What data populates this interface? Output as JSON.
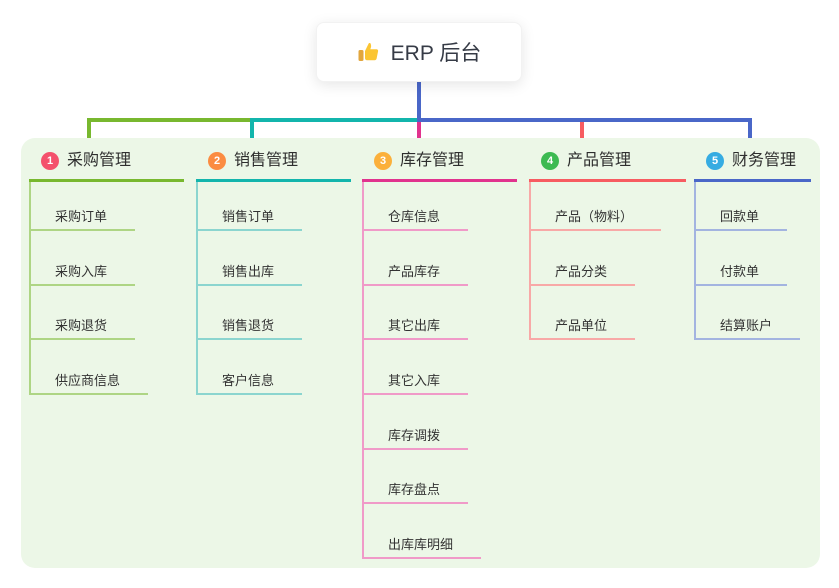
{
  "root": {
    "label": "ERP 后台",
    "icon": "thumbs-up-icon"
  },
  "colors": {
    "page_background": "#ffffff",
    "panel_background": "#ECF7E7",
    "root_stem": "#4A67C8",
    "root_text": "#363B46"
  },
  "branches": [
    {
      "index": "1",
      "label": "采购管理",
      "badge_color": "#F4516C",
      "line_color": "#78B82F",
      "child_line_color": "#AED584",
      "children": [
        "采购订单",
        "采购入库",
        "采购退货",
        "供应商信息"
      ]
    },
    {
      "index": "2",
      "label": "销售管理",
      "badge_color": "#FB8C41",
      "line_color": "#13B5AC",
      "child_line_color": "#8BD5CF",
      "children": [
        "销售订单",
        "销售出库",
        "销售退货",
        "客户信息"
      ]
    },
    {
      "index": "3",
      "label": "库存管理",
      "badge_color": "#FBB03B",
      "line_color": "#E1338E",
      "child_line_color": "#F09AC8",
      "children": [
        "仓库信息",
        "产品库存",
        "其它出库",
        "其它入库",
        "库存调拨",
        "库存盘点",
        "出库库明细"
      ]
    },
    {
      "index": "4",
      "label": "产品管理",
      "badge_color": "#3DBA52",
      "line_color": "#F75C61",
      "child_line_color": "#F8A9A7",
      "children": [
        "产品（物料）",
        "产品分类",
        "产品单位"
      ]
    },
    {
      "index": "5",
      "label": "财务管理",
      "badge_color": "#36ACE2",
      "line_color": "#4A67C8",
      "child_line_color": "#A3B4E0",
      "children": [
        "回款单",
        "付款单",
        "结算账户"
      ]
    }
  ]
}
